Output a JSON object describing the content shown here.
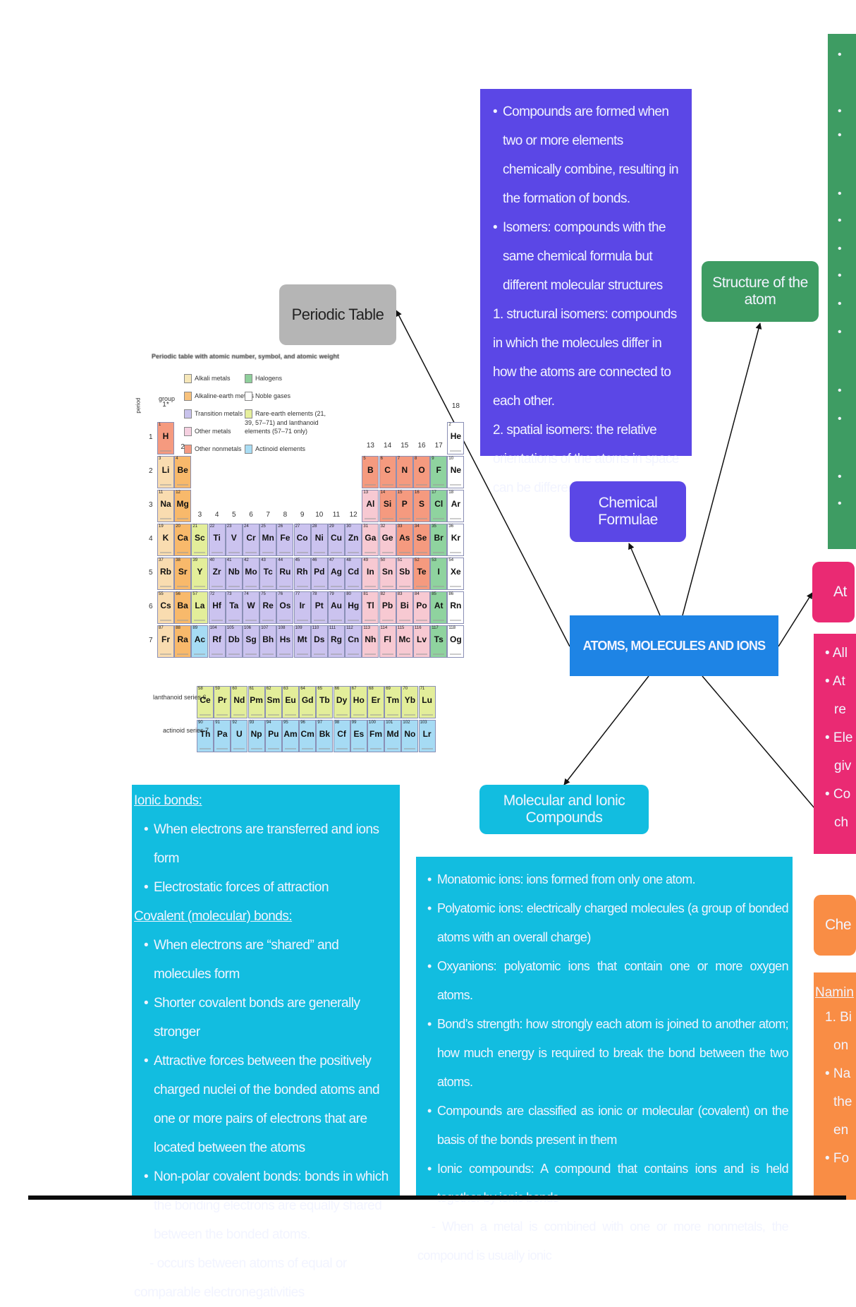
{
  "center": {
    "label": "ATOMS, MOLECULES AND IONS"
  },
  "nodes": {
    "periodic_table": "Periodic Table",
    "structure_of_atom": "Structure of the atom",
    "chemical_formulae": "Chemical Formulae",
    "molecular_ionic": "Molecular and Ionic Compounds",
    "atoms_partial": "At",
    "chemical_partial": "Che"
  },
  "compounds_box": {
    "bullets": [
      "Compounds are formed when two or more elements chemically combine, resulting in the formation of bonds.",
      "Isomers: compounds with the same chemical formula but different molecular structures"
    ],
    "numbered": [
      "1. structural isomers: compounds in which the molecules differ in how the atoms are connected to each other.",
      "2. spatial isomers: the relative orientations of the atoms in space can be different"
    ]
  },
  "bonds_box": {
    "ionic_heading": "Ionic bonds:",
    "ionic": [
      "When electrons are transferred and ions form",
      "Electrostatic forces of attraction"
    ],
    "covalent_heading": "Covalent (molecular) bonds:",
    "covalent": [
      "When electrons are “shared” and molecules form",
      "Shorter covalent bonds are generally stronger",
      "Attractive forces between the positively charged nuclei of the bonded atoms and one or more pairs of electrons that are located between the atoms",
      "Non-polar covalent bonds: bonds in which the bonding electrons are equally shared between the bonded atoms."
    ],
    "note": "- occurs between atoms of equal or comparable electronegativities"
  },
  "ions_box": {
    "bullets": [
      "Monatomic ions: ions formed from only one atom.",
      "Polyatomic ions: electrically charged molecules (a group of bonded atoms with an overall charge)",
      "Oxyanions: polyatomic ions that contain one or more oxygen atoms.",
      "Bond’s strength: how strongly each atom is joined to another atom; how much energy is required to break the bond between the two atoms.",
      "Compounds are classified as ionic or molecular (covalent) on the basis of the bonds present in them",
      "Ionic compounds: A compound that contains ions and is held together by ionic bonds"
    ],
    "note": "- When a metal is combined with one or more nonmetals, the compound is usually ionic"
  },
  "pink_box": {
    "lines": [
      "• All",
      "• At",
      "re",
      "• Ele",
      "giv",
      "• Co",
      "ch"
    ]
  },
  "orange_box": {
    "heading": "Namin",
    "lines": [
      "1. Bi",
      "on",
      "• Na",
      "the",
      "en",
      "• Fo"
    ]
  },
  "periodic_table": {
    "caption": "Periodic table with atomic number, symbol, and atomic weight",
    "period_label": "period",
    "group_label": "group",
    "legend": [
      {
        "label": "Alkali metals",
        "color": "#f6e7b9"
      },
      {
        "label": "Alkaline-earth metals",
        "color": "#f8c27d"
      },
      {
        "label": "Transition metals",
        "color": "#c9c3ec"
      },
      {
        "label": "Other metals",
        "color": "#f5d0e0"
      },
      {
        "label": "Other nonmetals",
        "color": "#f49a82"
      },
      {
        "label": "Halogens",
        "color": "#8fcf9b"
      },
      {
        "label": "Noble gases",
        "color": "#ffffff"
      },
      {
        "label": "Rare-earth elements (21, 39, 57–71) and lanthanoid elements (57–71 only)",
        "color": "#e6ef9c"
      },
      {
        "label": "Actinoid elements",
        "color": "#a9ddf4"
      }
    ],
    "group_numbers": [
      "1*",
      "2",
      "3",
      "4",
      "5",
      "6",
      "7",
      "8",
      "9",
      "10",
      "11",
      "12",
      "13",
      "14",
      "15",
      "16",
      "17",
      "18"
    ],
    "periods": [
      "1",
      "2",
      "3",
      "4",
      "5",
      "6",
      "7"
    ],
    "lanthanoid_label": "lanthanoid series 6",
    "actinoid_label": "actinoid series 7",
    "elements": [
      [
        "1",
        "H",
        1,
        1,
        "nm"
      ],
      [
        "2",
        "He",
        1,
        18,
        "ng"
      ],
      [
        "3",
        "Li",
        2,
        1,
        "al"
      ],
      [
        "4",
        "Be",
        2,
        2,
        "ae"
      ],
      [
        "5",
        "B",
        2,
        13,
        "nm"
      ],
      [
        "6",
        "C",
        2,
        14,
        "nm"
      ],
      [
        "7",
        "N",
        2,
        15,
        "nm"
      ],
      [
        "8",
        "O",
        2,
        16,
        "nm"
      ],
      [
        "9",
        "F",
        2,
        17,
        "ha"
      ],
      [
        "10",
        "Ne",
        2,
        18,
        "ng"
      ],
      [
        "11",
        "Na",
        3,
        1,
        "al"
      ],
      [
        "12",
        "Mg",
        3,
        2,
        "ae"
      ],
      [
        "13",
        "Al",
        3,
        13,
        "om"
      ],
      [
        "14",
        "Si",
        3,
        14,
        "nm"
      ],
      [
        "15",
        "P",
        3,
        15,
        "nm"
      ],
      [
        "16",
        "S",
        3,
        16,
        "nm"
      ],
      [
        "17",
        "Cl",
        3,
        17,
        "ha"
      ],
      [
        "18",
        "Ar",
        3,
        18,
        "ng"
      ],
      [
        "19",
        "K",
        4,
        1,
        "al"
      ],
      [
        "20",
        "Ca",
        4,
        2,
        "ae"
      ],
      [
        "21",
        "Sc",
        4,
        3,
        "re"
      ],
      [
        "22",
        "Ti",
        4,
        4,
        "tm"
      ],
      [
        "23",
        "V",
        4,
        5,
        "tm"
      ],
      [
        "24",
        "Cr",
        4,
        6,
        "tm"
      ],
      [
        "25",
        "Mn",
        4,
        7,
        "tm"
      ],
      [
        "26",
        "Fe",
        4,
        8,
        "tm"
      ],
      [
        "27",
        "Co",
        4,
        9,
        "tm"
      ],
      [
        "28",
        "Ni",
        4,
        10,
        "tm"
      ],
      [
        "29",
        "Cu",
        4,
        11,
        "tm"
      ],
      [
        "30",
        "Zn",
        4,
        12,
        "tm"
      ],
      [
        "31",
        "Ga",
        4,
        13,
        "om"
      ],
      [
        "32",
        "Ge",
        4,
        14,
        "om"
      ],
      [
        "33",
        "As",
        4,
        15,
        "nm"
      ],
      [
        "34",
        "Se",
        4,
        16,
        "nm"
      ],
      [
        "35",
        "Br",
        4,
        17,
        "ha"
      ],
      [
        "36",
        "Kr",
        4,
        18,
        "ng"
      ],
      [
        "37",
        "Rb",
        5,
        1,
        "al"
      ],
      [
        "38",
        "Sr",
        5,
        2,
        "ae"
      ],
      [
        "39",
        "Y",
        5,
        3,
        "re"
      ],
      [
        "40",
        "Zr",
        5,
        4,
        "tm"
      ],
      [
        "41",
        "Nb",
        5,
        5,
        "tm"
      ],
      [
        "42",
        "Mo",
        5,
        6,
        "tm"
      ],
      [
        "43",
        "Tc",
        5,
        7,
        "tm"
      ],
      [
        "44",
        "Ru",
        5,
        8,
        "tm"
      ],
      [
        "45",
        "Rh",
        5,
        9,
        "tm"
      ],
      [
        "46",
        "Pd",
        5,
        10,
        "tm"
      ],
      [
        "47",
        "Ag",
        5,
        11,
        "tm"
      ],
      [
        "48",
        "Cd",
        5,
        12,
        "tm"
      ],
      [
        "49",
        "In",
        5,
        13,
        "om"
      ],
      [
        "50",
        "Sn",
        5,
        14,
        "om"
      ],
      [
        "51",
        "Sb",
        5,
        15,
        "om"
      ],
      [
        "52",
        "Te",
        5,
        16,
        "nm"
      ],
      [
        "53",
        "I",
        5,
        17,
        "ha"
      ],
      [
        "54",
        "Xe",
        5,
        18,
        "ng"
      ],
      [
        "55",
        "Cs",
        6,
        1,
        "al"
      ],
      [
        "56",
        "Ba",
        6,
        2,
        "ae"
      ],
      [
        "57",
        "La",
        6,
        3,
        "re"
      ],
      [
        "72",
        "Hf",
        6,
        4,
        "tm"
      ],
      [
        "73",
        "Ta",
        6,
        5,
        "tm"
      ],
      [
        "74",
        "W",
        6,
        6,
        "tm"
      ],
      [
        "75",
        "Re",
        6,
        7,
        "tm"
      ],
      [
        "76",
        "Os",
        6,
        8,
        "tm"
      ],
      [
        "77",
        "Ir",
        6,
        9,
        "tm"
      ],
      [
        "78",
        "Pt",
        6,
        10,
        "tm"
      ],
      [
        "79",
        "Au",
        6,
        11,
        "tm"
      ],
      [
        "80",
        "Hg",
        6,
        12,
        "tm"
      ],
      [
        "81",
        "Tl",
        6,
        13,
        "om"
      ],
      [
        "82",
        "Pb",
        6,
        14,
        "om"
      ],
      [
        "83",
        "Bi",
        6,
        15,
        "om"
      ],
      [
        "84",
        "Po",
        6,
        16,
        "om"
      ],
      [
        "85",
        "At",
        6,
        17,
        "ha"
      ],
      [
        "86",
        "Rn",
        6,
        18,
        "ng"
      ],
      [
        "87",
        "Fr",
        7,
        1,
        "al"
      ],
      [
        "88",
        "Ra",
        7,
        2,
        "ae"
      ],
      [
        "89",
        "Ac",
        7,
        3,
        "ac"
      ],
      [
        "104",
        "Rf",
        7,
        4,
        "tm"
      ],
      [
        "105",
        "Db",
        7,
        5,
        "tm"
      ],
      [
        "106",
        "Sg",
        7,
        6,
        "tm"
      ],
      [
        "107",
        "Bh",
        7,
        7,
        "tm"
      ],
      [
        "108",
        "Hs",
        7,
        8,
        "tm"
      ],
      [
        "109",
        "Mt",
        7,
        9,
        "tm"
      ],
      [
        "110",
        "Ds",
        7,
        10,
        "tm"
      ],
      [
        "111",
        "Rg",
        7,
        11,
        "tm"
      ],
      [
        "112",
        "Cn",
        7,
        12,
        "tm"
      ],
      [
        "113",
        "Nh",
        7,
        13,
        "om"
      ],
      [
        "114",
        "Fl",
        7,
        14,
        "om"
      ],
      [
        "115",
        "Mc",
        7,
        15,
        "om"
      ],
      [
        "116",
        "Lv",
        7,
        16,
        "om"
      ],
      [
        "117",
        "Ts",
        7,
        17,
        "ha"
      ],
      [
        "118",
        "Og",
        7,
        18,
        "ng"
      ]
    ],
    "lanthanoids": [
      [
        "58",
        "Ce"
      ],
      [
        "59",
        "Pr"
      ],
      [
        "60",
        "Nd"
      ],
      [
        "61",
        "Pm"
      ],
      [
        "62",
        "Sm"
      ],
      [
        "63",
        "Eu"
      ],
      [
        "64",
        "Gd"
      ],
      [
        "65",
        "Tb"
      ],
      [
        "66",
        "Dy"
      ],
      [
        "67",
        "Ho"
      ],
      [
        "68",
        "Er"
      ],
      [
        "69",
        "Tm"
      ],
      [
        "70",
        "Yb"
      ],
      [
        "71",
        "Lu"
      ]
    ],
    "actinoids": [
      [
        "90",
        "Th"
      ],
      [
        "91",
        "Pa"
      ],
      [
        "92",
        "U"
      ],
      [
        "93",
        "Np"
      ],
      [
        "94",
        "Pu"
      ],
      [
        "95",
        "Am"
      ],
      [
        "96",
        "Cm"
      ],
      [
        "97",
        "Bk"
      ],
      [
        "98",
        "Cf"
      ],
      [
        "99",
        "Es"
      ],
      [
        "100",
        "Fm"
      ],
      [
        "101",
        "Md"
      ],
      [
        "102",
        "No"
      ],
      [
        "103",
        "Lr"
      ]
    ],
    "category_colors": {
      "al": "#f9dcb0",
      "ae": "#f8b96b",
      "tm": "#cbc3ef",
      "om": "#f7c9d2",
      "nm": "#f59a7f",
      "ha": "#8fd39f",
      "ng": "#ffffff",
      "re": "#e3ee9a",
      "ac": "#a6dbf4"
    }
  },
  "colors": {
    "purple": "#5b47e6",
    "green": "#3e9c63",
    "pink": "#ea2a73",
    "cyan": "#12bde0",
    "orange": "#f98d45",
    "center_blue": "#1e84e5",
    "grey_node": "#b5b5b5"
  }
}
